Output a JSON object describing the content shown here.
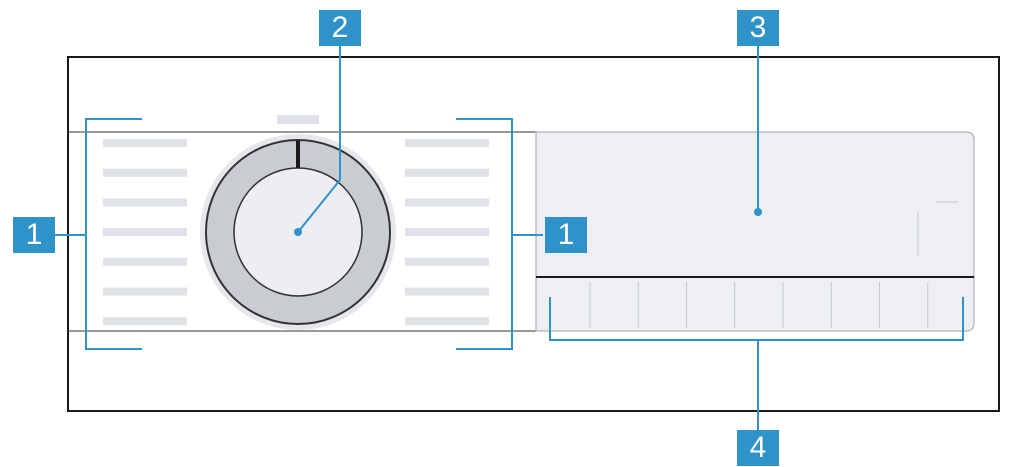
{
  "colors": {
    "callout": "#2f92c9",
    "leader": "#2f92c9",
    "frame": "#1a1a1a",
    "panel_line": "#333333",
    "label_placeholder": "#dfe2e6",
    "knob_ring": "#c9cdd2",
    "knob_ring_outer": "#e5e7ea",
    "knob_center": "#eceef1",
    "display_fill": "#edeff2",
    "display_border": "#a0a5ab",
    "display_divider": "#1a1a1a",
    "button_divider": "#c4c8cd"
  },
  "callouts": {
    "left_buttons": "1",
    "programme_selector": "2",
    "display": "3",
    "right_buttons": "1",
    "touch_buttons": "4"
  },
  "layout_counts": {
    "left_label_rows": 7,
    "right_label_rows": 7,
    "touch_button_segments": 8
  }
}
